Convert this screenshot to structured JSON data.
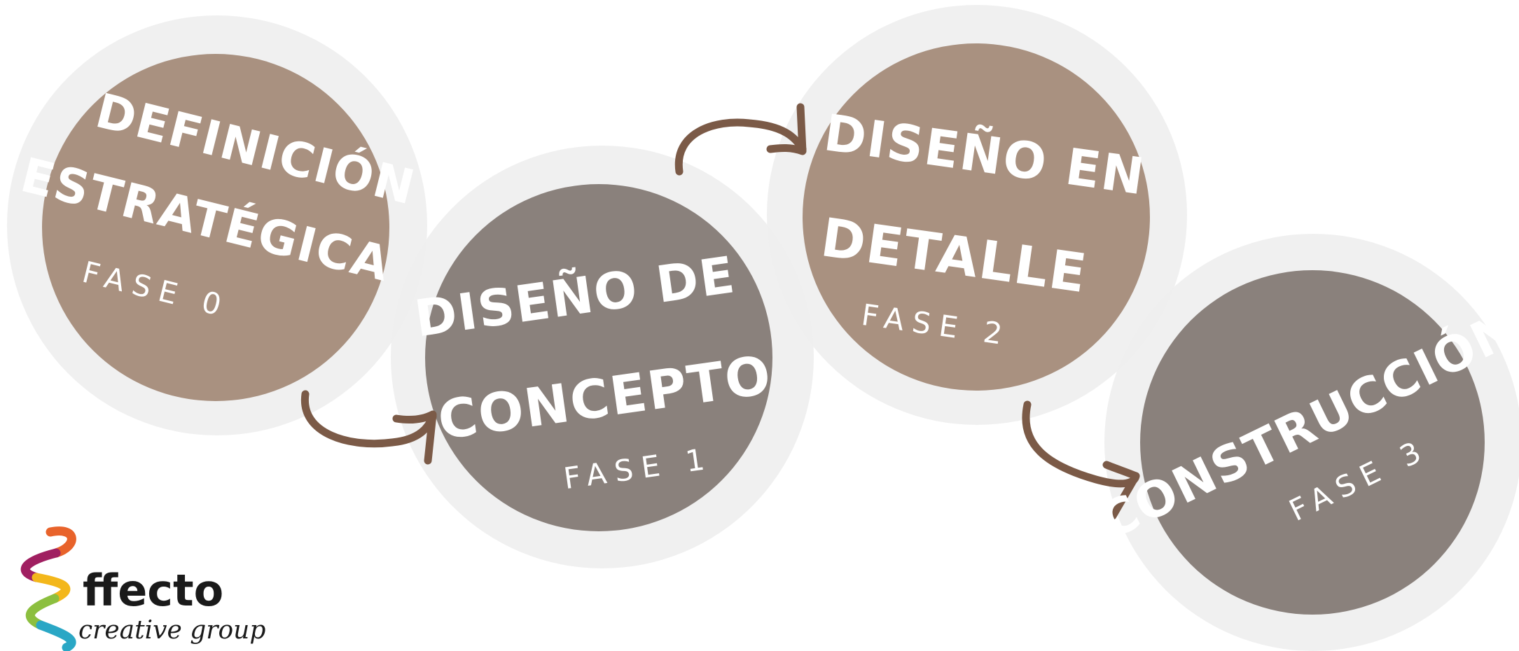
{
  "colors": {
    "halo": "#efefef",
    "phase_warm": "#a99180",
    "phase_gray": "#8a817c",
    "arrow": "#7b5a47",
    "text": "#ffffff"
  },
  "phases": [
    {
      "title_lines": [
        "DEFINICIÓN",
        "ESTRATÉGICA"
      ],
      "label": "FASE 0"
    },
    {
      "title_lines": [
        "DISEÑO DE",
        "CONCEPTO"
      ],
      "label": "FASE 1"
    },
    {
      "title_lines": [
        "DISEÑO EN",
        "DETALLE"
      ],
      "label": "FASE 2"
    },
    {
      "title_lines": [
        "CONSTRUCCIÓN"
      ],
      "label": "FASE 3"
    }
  ],
  "brand": {
    "name": "ffecto",
    "tagline": "creative group"
  }
}
